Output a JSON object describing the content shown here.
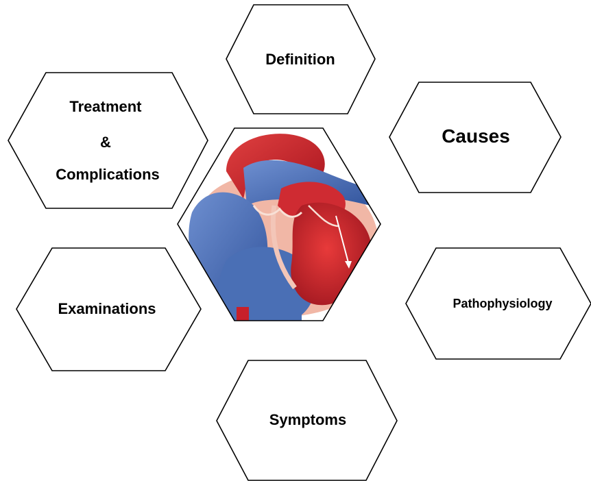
{
  "diagram": {
    "center_image": "heart-cross-section",
    "hexagons": {
      "definition": {
        "lines": [
          "Definition"
        ]
      },
      "causes": {
        "lines": [
          "Causes"
        ]
      },
      "treatment": {
        "lines": [
          "Treatment",
          "&",
          "Complications"
        ]
      },
      "examinations": {
        "lines": [
          "Examinations"
        ]
      },
      "pathophysiology": {
        "lines": [
          "Pathophysiology"
        ]
      },
      "symptoms": {
        "lines": [
          "Symptoms"
        ]
      }
    }
  },
  "colors": {
    "outline": "#000000",
    "background": "#ffffff",
    "arterial_red": "#c8202a",
    "venous_blue": "#4a6fb5",
    "tissue_pink": "#f1b7a6"
  }
}
